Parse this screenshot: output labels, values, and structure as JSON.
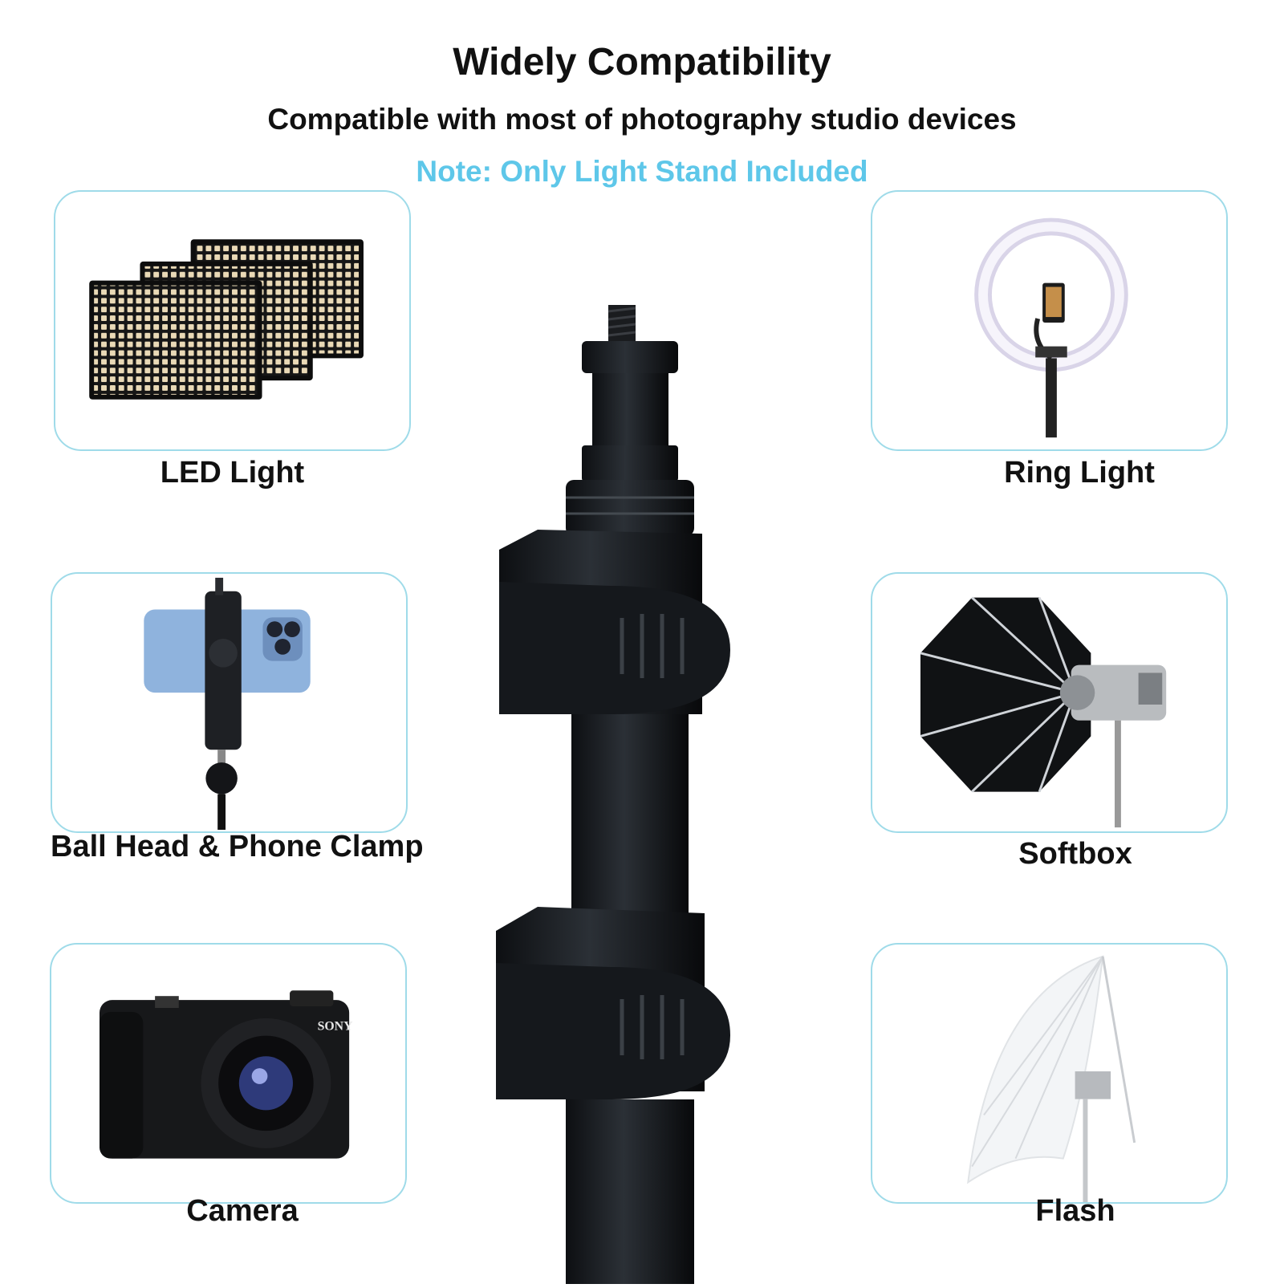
{
  "header": {
    "title": "Widely Compatibility",
    "subtitle": "Compatible with most of photography studio devices",
    "note": "Note: Only Light Stand Included"
  },
  "accent_color": "#5ec7e9",
  "card_border_color": "#9fdbe9",
  "devices": [
    {
      "label": "LED Light",
      "icon": "led-panel-icon"
    },
    {
      "label": "Ring Light",
      "icon": "ring-light-icon"
    },
    {
      "label": "Ball Head & Phone Clamp",
      "icon": "phone-clamp-icon"
    },
    {
      "label": "Softbox",
      "icon": "softbox-icon"
    },
    {
      "label": "Camera",
      "icon": "camera-icon"
    },
    {
      "label": "Flash",
      "icon": "umbrella-flash-icon"
    }
  ],
  "camera_brand": "SONY"
}
